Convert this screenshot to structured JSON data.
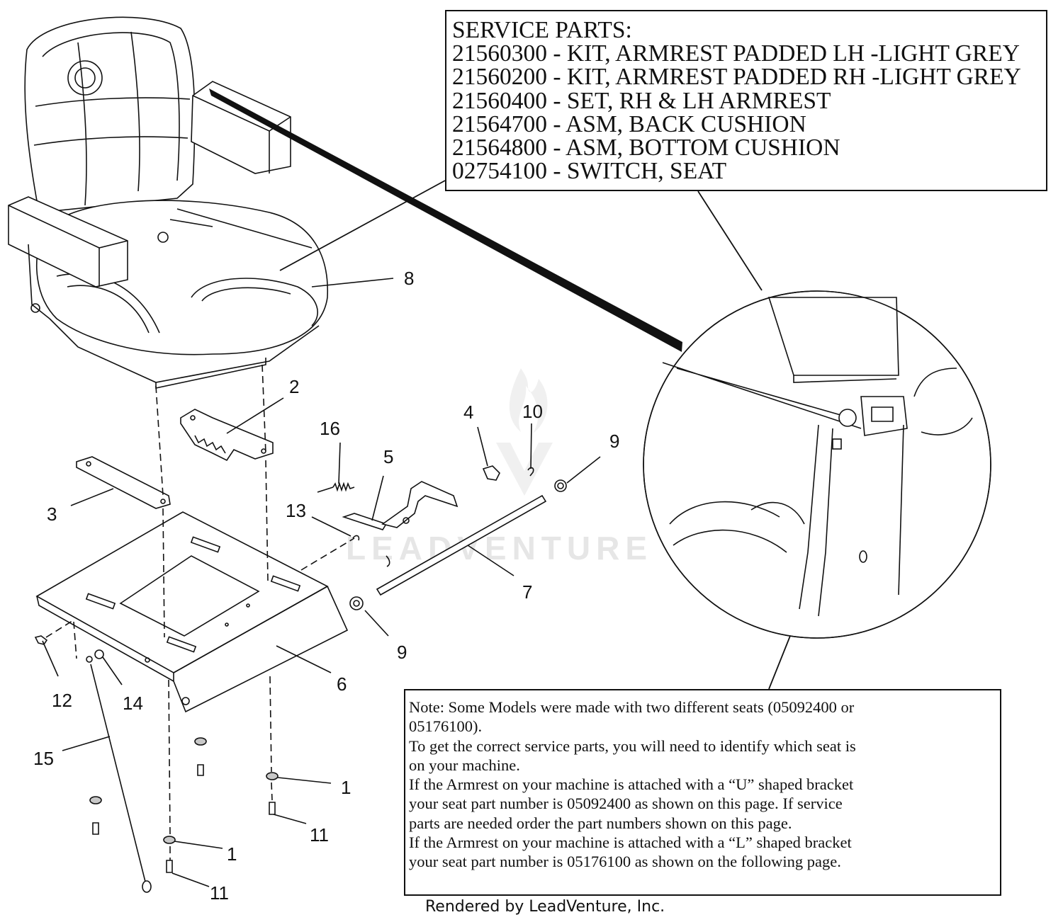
{
  "service_parts": {
    "heading": "SERVICE PARTS:",
    "lines": [
      "21560300 - KIT, ARMREST PADDED LH -LIGHT GREY",
      "21560200 - KIT, ARMREST PADDED RH -LIGHT GREY",
      "21560400 - SET, RH & LH ARMREST",
      "21564700 - ASM, BACK CUSHION",
      "21564800 - ASM, BOTTOM CUSHION",
      "02754100 - SWITCH, SEAT"
    ]
  },
  "note": {
    "lines": [
      "Note: Some Models were made with two different seats (05092400 or",
      "05176100).",
      "To get the correct service parts, you will need to identify which seat is",
      "on your machine.",
      "If the Armrest on your machine is attached with a “U” shaped bracket",
      "your seat part number is 05092400 as shown on this page. If service",
      "parts are needed order the part numbers shown on this page.",
      "If the Armrest on your machine is attached with a “L” shaped bracket",
      "your seat part number is 05176100 as shown on the following page."
    ]
  },
  "callouts": [
    "8",
    "2",
    "16",
    "5",
    "4",
    "10",
    "9",
    "3",
    "13",
    "7",
    "9",
    "6",
    "12",
    "14",
    "15",
    "1",
    "11",
    "1",
    "11"
  ],
  "watermark": "LEADVENTURE",
  "footer": "Rendered by LeadVenture, Inc."
}
